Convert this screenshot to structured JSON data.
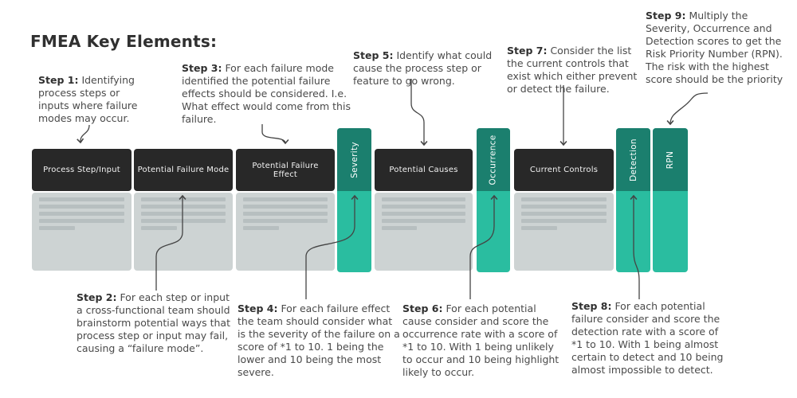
{
  "title": "FMEA Key Elements:",
  "colors": {
    "header_dark": "#282828",
    "teal_dark": "#1b7f6e",
    "teal_light": "#2abda0",
    "body_gray": "#cdd3d3",
    "line_gray": "#b7bfc0",
    "ink": "#303030",
    "text_gray": "#4a4a4a",
    "arrow": "#444444"
  },
  "columns": [
    {
      "label": "Process Step/Input",
      "type": "table"
    },
    {
      "label": "Potential Failure Mode",
      "type": "table"
    },
    {
      "label": "Potential Failure Effect",
      "type": "table"
    },
    {
      "label": "Severity",
      "type": "score"
    },
    {
      "label": "Potential Causes",
      "type": "table"
    },
    {
      "label": "Occurrence",
      "type": "score"
    },
    {
      "label": "Current Controls",
      "type": "table"
    },
    {
      "label": "Detection",
      "type": "score"
    },
    {
      "label": "RPN",
      "type": "score"
    }
  ],
  "steps": [
    {
      "label": "Step 1:",
      "text": "Identifying process steps or inputs where failure modes may occur."
    },
    {
      "label": "Step 2:",
      "text": "For each step or input a cross-functional team should brainstorm potential ways that process step or input may fail, causing a “failure mode”."
    },
    {
      "label": "Step 3:",
      "text": "For each failure mode identified the potential failure effects should be considered. I.e. What effect would come from this failure."
    },
    {
      "label": "Step 4:",
      "text": "For each failure effect the team should consider what is the severity of the failure on a score of *1 to 10. 1 being the lower and 10 being the most severe."
    },
    {
      "label": "Step 5:",
      "text": "Identify what could cause the process step or feature to go wrong."
    },
    {
      "label": "Step 6:",
      "text": "For each potential cause consider and score the occurrence rate with a score of *1 to 10. With 1 being unlikely to occur and 10 being highlight likely to occur."
    },
    {
      "label": "Step 7:",
      "text": "Consider the list the current controls that exist which either prevent or detect the failure."
    },
    {
      "label": "Step 8:",
      "text": "For each potential failure consider and score the detection rate with a score of *1 to 10. With 1 being almost certain to detect and 10 being almost impossible to detect."
    },
    {
      "label": "Step 9:",
      "text": "Multiply the Severity, Occurrence and Detection scores to get the Risk Priority Number (RPN). The risk with the highest score should be the priority"
    }
  ]
}
